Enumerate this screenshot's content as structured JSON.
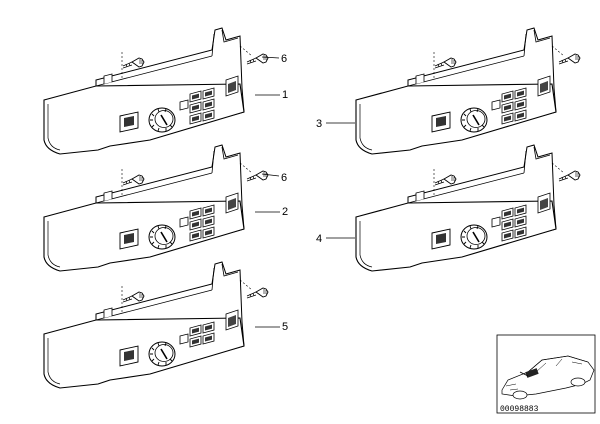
{
  "diagram": {
    "assemblies": [
      {
        "callout": "1",
        "screw_callout": "6",
        "rows": 3,
        "variant": "left"
      },
      {
        "callout": "2",
        "screw_callout": "6",
        "rows": 3,
        "variant": "left"
      },
      {
        "callout": "5",
        "screw_callout": "",
        "rows": 2,
        "variant": "left"
      },
      {
        "callout": "3",
        "screw_callout": "",
        "rows": 3,
        "variant": "right"
      },
      {
        "callout": "4",
        "screw_callout": "",
        "rows": 3,
        "variant": "right"
      }
    ],
    "thumbnail": {
      "code": "00098883",
      "subject": "car-sedan-icon"
    }
  }
}
